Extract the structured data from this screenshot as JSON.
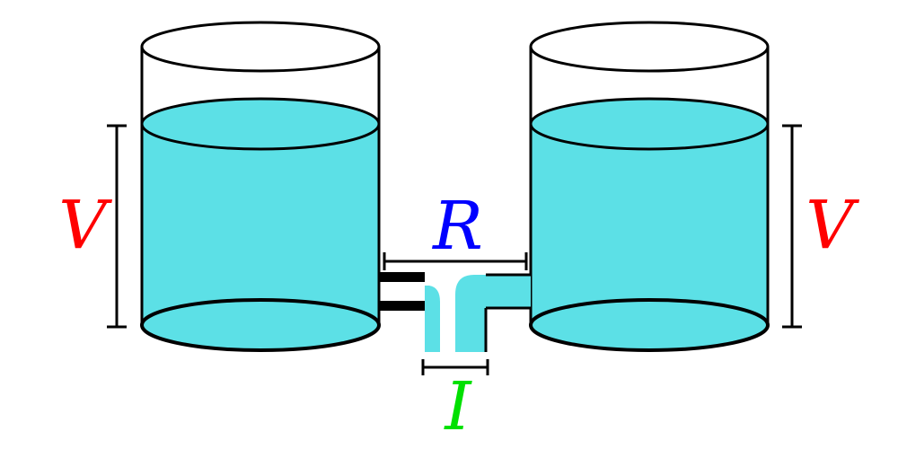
{
  "labels": {
    "left_height": "V",
    "right_height": "V",
    "pipe_length": "R",
    "outlet_width": "I"
  },
  "colors": {
    "water": "#5ce0e6",
    "outline": "#000000",
    "voltage_label": "#ff0000",
    "resistance_label": "#0000ff",
    "current_label": "#00e000"
  }
}
